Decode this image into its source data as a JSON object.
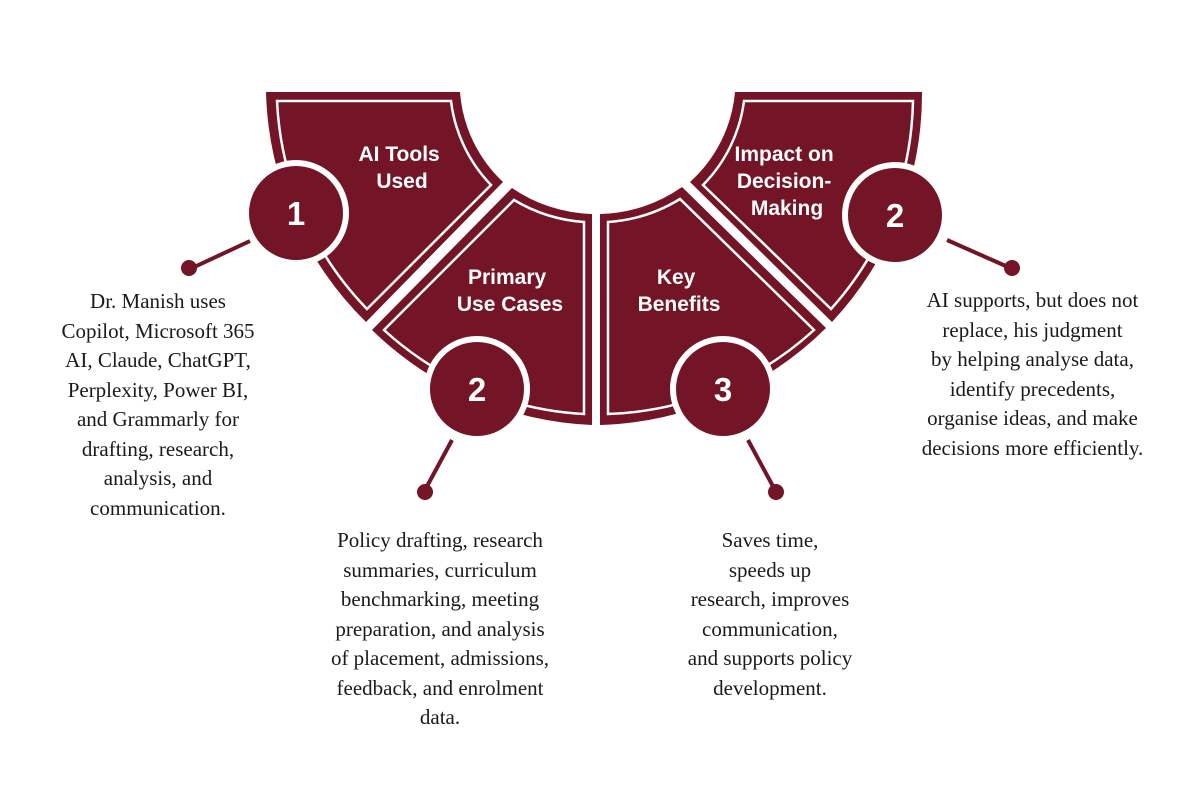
{
  "colors": {
    "accent": "#741527",
    "on_accent": "#ffffff",
    "text": "#1a1a1a",
    "background": "#ffffff"
  },
  "segments": [
    {
      "id": "ai-tools",
      "title_lines": [
        "AI Tools",
        "Used"
      ],
      "badge": "1",
      "description": "Dr. Manish uses\nCopilot, Microsoft 365\nAI, Claude, ChatGPT,\nPerplexity, Power BI,\nand Grammarly for\ndrafting, research,\nanalysis, and\ncommunication."
    },
    {
      "id": "primary-use-cases",
      "title_lines": [
        "Primary",
        "Use Cases"
      ],
      "badge": "2",
      "description": "Policy drafting, research\nsummaries, curriculum\nbenchmarking, meeting\npreparation, and analysis\nof placement, admissions,\nfeedback, and enrolment\ndata."
    },
    {
      "id": "key-benefits",
      "title_lines": [
        "Key",
        "Benefits"
      ],
      "badge": "3",
      "description": "Saves time,\nspeeds up\nresearch, improves\ncommunication,\nand supports policy\ndevelopment."
    },
    {
      "id": "impact-on-decision-making",
      "title_lines": [
        "Impact on",
        "Decision-",
        "Making"
      ],
      "badge": "2",
      "description": "AI supports, but does not\nreplace, his judgment\nby helping analyse data,\nidentify precedents,\norganise ideas, and make\ndecisions more efficiently."
    }
  ]
}
